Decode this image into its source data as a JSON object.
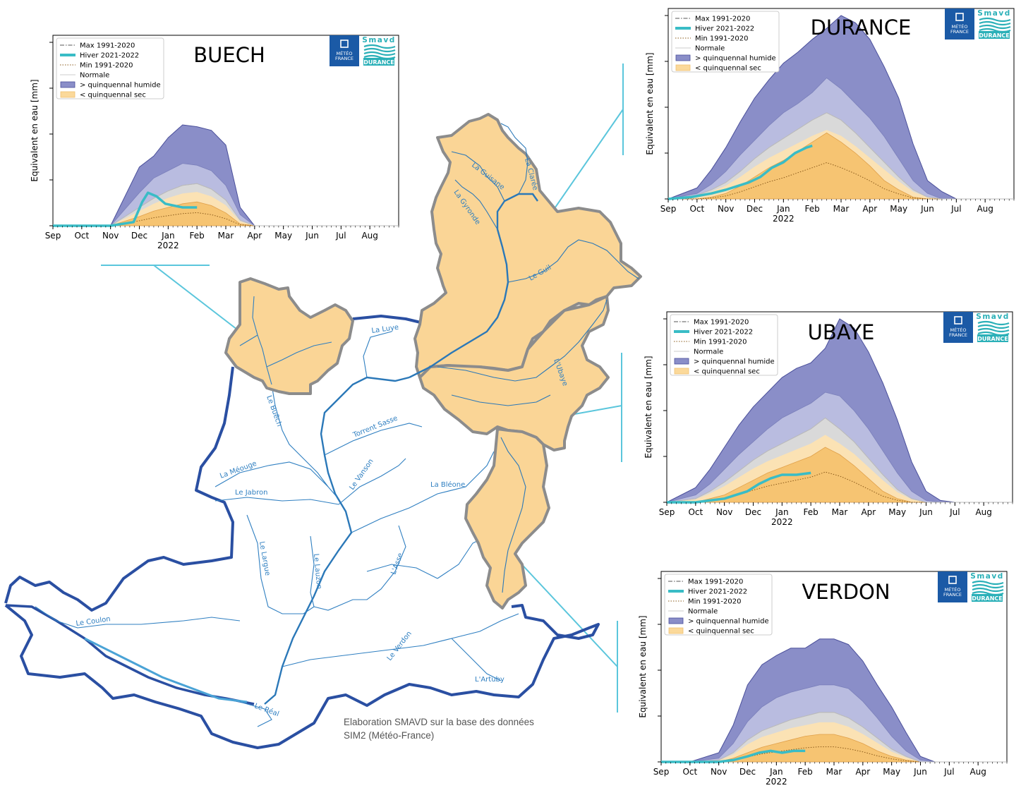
{
  "credit": {
    "line1": "Elaboration SMAVD sur la base des données",
    "line2": "SIM2 (Météo-France)"
  },
  "map": {
    "rivers": [
      "La Guisane",
      "La Gyronde",
      "La Clarée",
      "Le Guil",
      "L'Ubaye",
      "La Luye",
      "Le Buëch",
      "Torrent Sasse",
      "La Méouge",
      "Le Jabron",
      "Le Vanson",
      "La Bléone",
      "Le Largue",
      "Le Lauzon",
      "L'Asse",
      "Le Verdon",
      "Le Coulon",
      "L'Artuby",
      "Le Réal"
    ],
    "colors": {
      "basin_fill": "#fad596",
      "basin_stroke": "#8c8c8c",
      "boundary": "#2a4fa2",
      "river": "#2f7fc1",
      "leader": "#5bc6dc"
    }
  },
  "logos": {
    "meteo": [
      "MÉTÉO",
      "FRANCE"
    ],
    "smavd": [
      "Smavd",
      "DURANCE"
    ]
  },
  "chart_data": [
    {
      "id": "buech",
      "type": "area",
      "title": "BUECH",
      "ylabel": "Equivalent en eau [mm]",
      "xticks": [
        "Sep",
        "Oct",
        "Nov",
        "Dec",
        "Jan",
        "Feb",
        "Mar",
        "Apr",
        "May",
        "Jun",
        "Jul",
        "Aug"
      ],
      "xsublabel": "2022",
      "legend": [
        "Max 1991-2020",
        "Hiver 2021-2022",
        "Min 1991-2020",
        "Normale",
        "> quinquennal humide",
        "< quinquennal sec"
      ],
      "months": [
        0,
        1,
        2,
        3,
        3.5,
        4,
        4.5,
        5,
        5.5,
        6,
        6.5,
        7,
        7.5,
        8,
        9,
        10,
        11,
        12
      ],
      "upper_wet": [
        0,
        0,
        0,
        0.32,
        0.38,
        0.48,
        0.55,
        0.54,
        0.52,
        0.44,
        0.1,
        0,
        0,
        0,
        0,
        0,
        0,
        0
      ],
      "upper_wet_mid": [
        0,
        0,
        0,
        0.18,
        0.26,
        0.3,
        0.34,
        0.33,
        0.3,
        0.22,
        0.06,
        0,
        0,
        0,
        0,
        0,
        0,
        0
      ],
      "normal": [
        0,
        0,
        0,
        0.1,
        0.15,
        0.19,
        0.22,
        0.23,
        0.2,
        0.14,
        0.03,
        0,
        0,
        0,
        0,
        0,
        0,
        0
      ],
      "dry": [
        0,
        0,
        0,
        0.05,
        0.08,
        0.1,
        0.12,
        0.13,
        0.11,
        0.07,
        0.01,
        0,
        0,
        0,
        0,
        0,
        0,
        0
      ],
      "hiver_x": [
        0,
        1,
        2,
        2.8,
        3.1,
        3.3,
        3.6,
        3.9,
        4.2,
        4.5,
        5.0
      ],
      "hiver_y": [
        0,
        0,
        0,
        0.02,
        0.13,
        0.18,
        0.16,
        0.12,
        0.11,
        0.1,
        0.1
      ]
    },
    {
      "id": "durance",
      "type": "area",
      "title": "DURANCE",
      "ylabel": "Equivalent en eau [mm]",
      "xticks": [
        "Sep",
        "Oct",
        "Nov",
        "Dec",
        "Jan",
        "Feb",
        "Mar",
        "Apr",
        "May",
        "Jun",
        "Jul",
        "Aug"
      ],
      "xsublabel": "2022",
      "legend": [
        "Max 1991-2020",
        "Hiver 2021-2022",
        "Min 1991-2020",
        "Normale",
        "> quinquennal humide",
        "< quinquennal sec"
      ],
      "months": [
        0,
        1,
        1.5,
        2,
        2.5,
        3,
        3.5,
        4,
        4.5,
        5,
        5.5,
        6,
        6.5,
        7,
        7.5,
        8,
        8.5,
        9,
        9.5,
        10,
        11,
        12
      ],
      "upper_wet": [
        0,
        0.06,
        0.16,
        0.28,
        0.42,
        0.55,
        0.65,
        0.74,
        0.8,
        0.87,
        0.93,
        1.0,
        0.96,
        0.87,
        0.72,
        0.55,
        0.3,
        0.1,
        0.04,
        0,
        0,
        0
      ],
      "upper_wet_mid": [
        0,
        0.03,
        0.08,
        0.15,
        0.24,
        0.32,
        0.4,
        0.47,
        0.52,
        0.58,
        0.66,
        0.6,
        0.52,
        0.44,
        0.34,
        0.22,
        0.1,
        0.03,
        0,
        0,
        0,
        0
      ],
      "normal": [
        0,
        0.02,
        0.05,
        0.09,
        0.15,
        0.22,
        0.28,
        0.33,
        0.38,
        0.43,
        0.47,
        0.43,
        0.36,
        0.28,
        0.2,
        0.12,
        0.05,
        0.01,
        0,
        0,
        0,
        0
      ],
      "dry": [
        0,
        0,
        0.01,
        0.03,
        0.07,
        0.12,
        0.17,
        0.21,
        0.26,
        0.31,
        0.36,
        0.31,
        0.25,
        0.18,
        0.1,
        0.05,
        0.01,
        0,
        0,
        0,
        0,
        0
      ],
      "hiver_x": [
        0,
        0.8,
        1.5,
        2.0,
        2.4,
        2.8,
        3.2,
        3.6,
        4.0,
        4.4,
        4.8,
        5.0
      ],
      "hiver_y": [
        0,
        0.01,
        0.03,
        0.05,
        0.07,
        0.09,
        0.12,
        0.17,
        0.2,
        0.25,
        0.28,
        0.29
      ]
    },
    {
      "id": "ubaye",
      "type": "area",
      "title": "UBAYE",
      "ylabel": "Equivalent en eau [mm]",
      "xticks": [
        "Sep",
        "Oct",
        "Nov",
        "Dec",
        "Jan",
        "Feb",
        "Mar",
        "Apr",
        "May",
        "Jun",
        "Jul",
        "Aug"
      ],
      "xsublabel": "2022",
      "legend": [
        "Max 1991-2020",
        "Hiver 2021-2022",
        "Min 1991-2020",
        "Normale",
        "> quinquennal humide",
        "< quinquennal sec"
      ],
      "months": [
        0,
        1,
        1.5,
        2,
        2.5,
        3,
        3.5,
        4,
        4.5,
        5,
        5.5,
        6,
        6.5,
        7,
        7.5,
        8,
        8.5,
        9,
        9.5,
        10,
        11,
        12
      ],
      "upper_wet": [
        0,
        0.08,
        0.18,
        0.3,
        0.42,
        0.52,
        0.6,
        0.68,
        0.73,
        0.76,
        0.84,
        1.0,
        0.95,
        0.82,
        0.65,
        0.45,
        0.22,
        0.06,
        0.01,
        0,
        0,
        0
      ],
      "upper_wet_mid": [
        0,
        0.04,
        0.1,
        0.18,
        0.26,
        0.33,
        0.4,
        0.46,
        0.5,
        0.54,
        0.6,
        0.58,
        0.5,
        0.4,
        0.28,
        0.16,
        0.06,
        0.01,
        0,
        0,
        0,
        0
      ],
      "normal": [
        0,
        0.02,
        0.06,
        0.11,
        0.17,
        0.23,
        0.28,
        0.32,
        0.36,
        0.4,
        0.46,
        0.4,
        0.33,
        0.24,
        0.15,
        0.07,
        0.02,
        0,
        0,
        0,
        0,
        0
      ],
      "dry": [
        0,
        0,
        0.02,
        0.04,
        0.08,
        0.12,
        0.16,
        0.19,
        0.22,
        0.25,
        0.3,
        0.26,
        0.2,
        0.13,
        0.06,
        0.02,
        0,
        0,
        0,
        0,
        0,
        0
      ],
      "hiver_x": [
        0,
        1,
        1.5,
        2.0,
        2.4,
        2.8,
        3.2,
        3.6,
        4.0,
        4.5,
        5.0
      ],
      "hiver_y": [
        0,
        0,
        0.01,
        0.02,
        0.04,
        0.06,
        0.1,
        0.13,
        0.15,
        0.15,
        0.16
      ]
    },
    {
      "id": "verdon",
      "type": "area",
      "title": "VERDON",
      "ylabel": "Equivalent en eau [mm]",
      "xticks": [
        "Sep",
        "Oct",
        "Nov",
        "Dec",
        "Jan",
        "Feb",
        "Mar",
        "Apr",
        "May",
        "Jun",
        "Jul",
        "Aug"
      ],
      "xsublabel": "2022",
      "legend": [
        "Max 1991-2020",
        "Hiver 2021-2022",
        "Min 1991-2020",
        "Normale",
        "> quinquennal humide",
        "< quinquennal sec"
      ],
      "months": [
        0,
        1,
        2,
        2.5,
        3,
        3.5,
        4,
        4.5,
        5,
        5.5,
        6,
        6.5,
        7,
        7.5,
        8,
        8.5,
        9,
        9.5,
        10,
        11,
        12
      ],
      "upper_wet": [
        0,
        0,
        0.05,
        0.2,
        0.42,
        0.53,
        0.58,
        0.62,
        0.62,
        0.67,
        0.67,
        0.64,
        0.55,
        0.42,
        0.3,
        0.16,
        0.03,
        0,
        0,
        0,
        0
      ],
      "upper_wet_mid": [
        0,
        0,
        0.02,
        0.1,
        0.22,
        0.3,
        0.35,
        0.38,
        0.4,
        0.42,
        0.42,
        0.4,
        0.33,
        0.24,
        0.14,
        0.06,
        0.01,
        0,
        0,
        0,
        0
      ],
      "normal": [
        0,
        0,
        0.01,
        0.05,
        0.12,
        0.17,
        0.2,
        0.23,
        0.25,
        0.27,
        0.27,
        0.24,
        0.19,
        0.13,
        0.07,
        0.03,
        0,
        0,
        0,
        0,
        0
      ],
      "dry": [
        0,
        0,
        0,
        0.02,
        0.05,
        0.08,
        0.1,
        0.12,
        0.14,
        0.15,
        0.15,
        0.13,
        0.1,
        0.06,
        0.03,
        0.01,
        0,
        0,
        0,
        0,
        0
      ],
      "hiver_x": [
        0,
        1,
        2,
        2.5,
        3.0,
        3.4,
        3.8,
        4.2,
        4.6,
        5.0
      ],
      "hiver_y": [
        0,
        0,
        0,
        0.01,
        0.03,
        0.05,
        0.06,
        0.05,
        0.06,
        0.06
      ]
    }
  ]
}
